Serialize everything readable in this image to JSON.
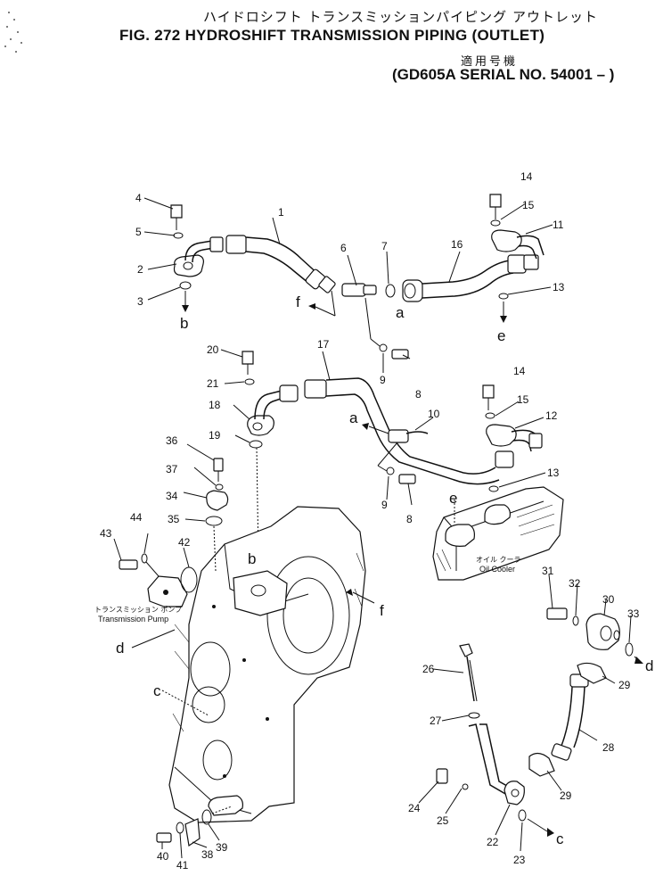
{
  "header": {
    "title_jp": "ハイドロシフト トランスミッションパイピング アウトレット",
    "title_en": "FIG. 272  HYDROSHIFT TRANSMISSION PIPING (OUTLET)",
    "applicability_jp": "適用号機",
    "serial": "(GD605A SERIAL NO. 54001 – )"
  },
  "labels": {
    "oil_cooler_jp": "オイル クーラ",
    "oil_cooler_en": "Oil Cooler",
    "pump_jp": "トランスミッション ポンプ",
    "pump_en": "Transmission Pump"
  },
  "callouts": [
    {
      "id": "p1",
      "text": "1"
    },
    {
      "id": "p2",
      "text": "2"
    },
    {
      "id": "p3",
      "text": "3"
    },
    {
      "id": "p4",
      "text": "4"
    },
    {
      "id": "p5",
      "text": "5"
    },
    {
      "id": "p6",
      "text": "6"
    },
    {
      "id": "p7",
      "text": "7"
    },
    {
      "id": "p8a",
      "text": "8"
    },
    {
      "id": "p8b",
      "text": "8"
    },
    {
      "id": "p9a",
      "text": "9"
    },
    {
      "id": "p9b",
      "text": "9"
    },
    {
      "id": "p10",
      "text": "10"
    },
    {
      "id": "p11",
      "text": "11"
    },
    {
      "id": "p12",
      "text": "12"
    },
    {
      "id": "p13a",
      "text": "13"
    },
    {
      "id": "p13b",
      "text": "13"
    },
    {
      "id": "p14a",
      "text": "14"
    },
    {
      "id": "p14b",
      "text": "14"
    },
    {
      "id": "p15a",
      "text": "15"
    },
    {
      "id": "p15b",
      "text": "15"
    },
    {
      "id": "p16",
      "text": "16"
    },
    {
      "id": "p17",
      "text": "17"
    },
    {
      "id": "p18",
      "text": "18"
    },
    {
      "id": "p19",
      "text": "19"
    },
    {
      "id": "p20",
      "text": "20"
    },
    {
      "id": "p21",
      "text": "21"
    },
    {
      "id": "p22",
      "text": "22"
    },
    {
      "id": "p23",
      "text": "23"
    },
    {
      "id": "p24",
      "text": "24"
    },
    {
      "id": "p25",
      "text": "25"
    },
    {
      "id": "p26",
      "text": "26"
    },
    {
      "id": "p27",
      "text": "27"
    },
    {
      "id": "p28",
      "text": "28"
    },
    {
      "id": "p29a",
      "text": "29"
    },
    {
      "id": "p29b",
      "text": "29"
    },
    {
      "id": "p30",
      "text": "30"
    },
    {
      "id": "p31",
      "text": "31"
    },
    {
      "id": "p32",
      "text": "32"
    },
    {
      "id": "p33",
      "text": "33"
    },
    {
      "id": "p34",
      "text": "34"
    },
    {
      "id": "p35",
      "text": "35"
    },
    {
      "id": "p36",
      "text": "36"
    },
    {
      "id": "p37",
      "text": "37"
    },
    {
      "id": "p38",
      "text": "38"
    },
    {
      "id": "p39",
      "text": "39"
    },
    {
      "id": "p40",
      "text": "40"
    },
    {
      "id": "p41",
      "text": "41"
    },
    {
      "id": "p42",
      "text": "42"
    },
    {
      "id": "p43",
      "text": "43"
    },
    {
      "id": "p44",
      "text": "44"
    }
  ],
  "refs": [
    {
      "id": "ra1",
      "text": "a"
    },
    {
      "id": "ra2",
      "text": "a"
    },
    {
      "id": "rb1",
      "text": "b"
    },
    {
      "id": "rb2",
      "text": "b"
    },
    {
      "id": "rc1",
      "text": "c"
    },
    {
      "id": "rc2",
      "text": "c"
    },
    {
      "id": "rd1",
      "text": "d"
    },
    {
      "id": "rd2",
      "text": "d"
    },
    {
      "id": "re1",
      "text": "e"
    },
    {
      "id": "re2",
      "text": "e"
    },
    {
      "id": "rf1",
      "text": "f"
    },
    {
      "id": "rf2",
      "text": "f"
    }
  ]
}
